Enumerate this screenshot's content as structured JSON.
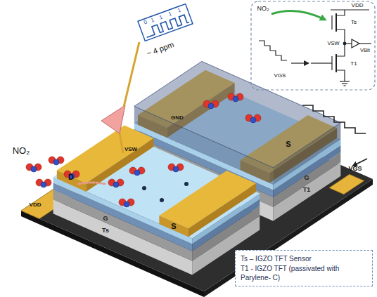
{
  "diagram": {
    "nodes": [
      {
        "text": [
          "Ts – IGZO TFT Sensor",
          "T1 - IGZO TFT (passivated with Parylene- C)"
        ]
      }
    ],
    "labels": [
      "~ 4 ppm",
      "NO₂",
      "VDD",
      "VSW",
      "GND",
      "VGS",
      "D",
      "S",
      "S",
      "G",
      "Ts",
      "G",
      "T1",
      "0",
      "1",
      "1",
      "1",
      "1",
      "NO₂",
      "VDD",
      "Ts",
      "VSW",
      "VBit",
      "VGS",
      "T1"
    ]
  }
}
